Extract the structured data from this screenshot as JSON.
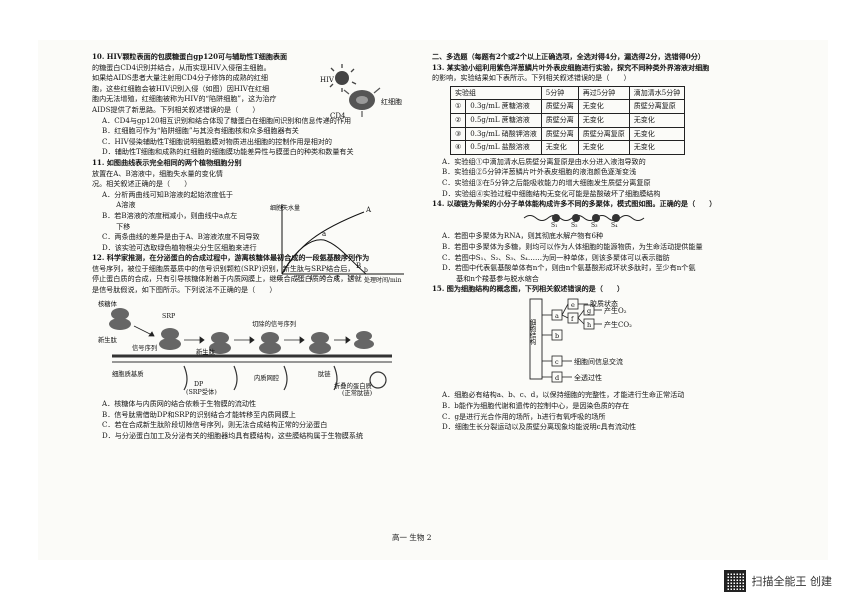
{
  "left": {
    "q10": {
      "lines": [
        "10. HIV颗粒表面的包膜糖蛋白gp120可与辅助性T细胞表面",
        "的糖蛋白CD4识别并结合，从而实现HIV入侵宿主细胞。",
        "如果给AIDS患者大量注射用CD4分子修饰的成熟的红细",
        "胞，这些红细胞会被HIV识别入侵（如图）因HIV在红细",
        "胞内无法增殖，红细胞被称为HIV的“陷阱细胞”，这为治疗",
        "AIDS提供了新思路。下列相关叙述错误的是（　　）"
      ],
      "options": [
        "A．CD4与gp120相互识别和结合体现了糖蛋白在细胞间识别和信息传递的作用",
        "B．红细胞可作为“陷阱细胞”与其没有细胞核和众多细胞器有关",
        "C．HIV侵染辅助性T细胞说明细胞膜对物质进出细胞的控制作用是相对的",
        "D．辅助性T细胞和成熟的红细胞的细胞膜功能差异性与膜蛋白的种类和数量有关"
      ],
      "fig_labels": [
        "HIV",
        "红细胞",
        "CD4"
      ]
    },
    "q11": {
      "lines": [
        "11. 如图曲线表示完全相同的两个植物细胞分别",
        "放置在A、B溶液中，细胞失水量的变化情",
        "况。相关叙述正确的是（　　）"
      ],
      "options": [
        "A．分析两曲线可知B溶液的起始浓度低于",
        "　　A溶液",
        "B．若B溶液的浓度稍减小，则曲线中a点左",
        "　　下移",
        "C．两条曲线的差异是由于A、B溶液浓度不同导致",
        "D．该实验可选取绿色植物根尖分生区细胞来进行"
      ],
      "chart": {
        "ylabel": "细胞失水量",
        "xlabel": "处理时间/min",
        "ticks": [
          "0",
          "2",
          "4",
          "6",
          "8",
          "10"
        ],
        "curve_labels": [
          "A",
          "B",
          "a",
          "b"
        ]
      }
    },
    "q12": {
      "lines": [
        "12. 科学家推测，在分泌蛋白的合成过程中，游离核糖体最初合成的一段氨基酸序列作为",
        "信号序列，被位于细胞质基质中的信号识别颗粒(SRP)识别，新生肽与SRP结合后，",
        "停止蛋白质的合成，只有引导核糖体附着于内质网膜上，继续合成蛋白质的合成，这就",
        "是信号肽假说，如下图所示。下列说法不正确的是（　　）"
      ],
      "fig_labels": [
        "核糖体",
        "新生肽",
        "信号序列",
        "新生肽",
        "细胞质基质",
        "DP",
        "(SRP受体)",
        "切除的信号序列",
        "内质网腔",
        "肽链",
        "折叠的蛋白质",
        "(正常肽链)",
        "SRP"
      ],
      "options": [
        "A．核糖体与内质网的结合依赖于生物膜的流动性",
        "B．信号肽需借助DP和SRP的识别结合才能转移至内质网膜上",
        "C．若在合成新生肽阶段切除信号序列，则无法合成结构正常的分泌蛋白",
        "D．与分泌蛋白加工及分泌有关的细胞器均具有膜结构，这些膜结构属于生物膜系统"
      ]
    }
  },
  "right": {
    "section": "二、多选题（每题有2个或2个以上正确选项，全选对得4分，漏选得2分，选错得0分）",
    "q13": {
      "lines": [
        "13. 某实验小组利用紫色洋葱鳞片叶外表皮细胞进行实验，探究不同种类外界溶液对细胞",
        "的影响，实验结果如下表所示。下列相关叙述错误的是（　　）"
      ],
      "table_header": [
        "实验组",
        "5分钟",
        "再过5分钟",
        "滴加清水5分钟"
      ],
      "table_rows": [
        [
          "①",
          "0.3g/mL 蔗糖溶液",
          "质壁分离",
          "无变化",
          "质壁分离复原"
        ],
        [
          "②",
          "0.5g/mL 蔗糖溶液",
          "质壁分离",
          "无变化",
          "无变化"
        ],
        [
          "③",
          "0.3g/mL 硝酸钾溶液",
          "质壁分离",
          "质壁分离复原",
          "无变化"
        ],
        [
          "④",
          "0.5g/mL 盐酸溶液",
          "无变化",
          "无变化",
          "无变化"
        ]
      ],
      "options": [
        "A．实验组①中滴加清水后质壁分离复原是由水分进入液泡导致的",
        "B．实验组②5分钟洋葱鳞片叶外表皮细胞的液泡颜色逐渐变浅",
        "C．实验组③在5分钟之后能吸收能力的增大细胞发生质壁分离复原",
        "D．实验组④实验过程中细胞结构无变化可能是盐酸破坏了细胞膜结构"
      ]
    },
    "q14": {
      "lines": [
        "14. 以碳链为骨架的小分子单体能构成许多不同的多聚体，模式图如图。正确的是（　　）"
      ],
      "chain_labels": [
        "S₁",
        "S₂",
        "S₃",
        "S₄"
      ],
      "options": [
        "A．若图中多聚体为RNA，则其彻底水解产物有6种",
        "B．若图中多聚体为多糖，则均可以作为人体细胞的能源物质，为生命活动提供能量",
        "C．若图中S₁、S₂、S₃、S₄……为同一种单体，则该多聚体可以表示脂肪",
        "D．若图中代表氨基酸单体有n个，则由n个氨基酸形成环状多肽时，至少有n个氨",
        "　　基和n个羧基参与脱水缩合"
      ]
    },
    "q15": {
      "lines": [
        "15. 图为细胞结构的概念图，下列相关叙述错误的是（　　）"
      ],
      "concept": {
        "root": "细胞结构",
        "nodes": [
          "a",
          "b",
          "c",
          "d",
          "e",
          "f",
          "g",
          "h"
        ],
        "notes": [
          "胶质状态",
          "产生O₂",
          "产生CO₂",
          "细胞间信息交流",
          "全透过性"
        ]
      },
      "options": [
        "A．细胞必有结构a、b、c、d，以保持细胞的完整性，才能进行生命正常活动",
        "B．b能作为细胞代谢和遗传的控制中心，是因染色质的存在",
        "C．g是进行光合作用的场所，h进行有氧呼吸的场所",
        "D．细胞生长分裂运动以及质壁分离现象均能说明c具有流动性"
      ]
    }
  },
  "footer": "高一 生物 2",
  "watermark": "扫描全能王 创建"
}
